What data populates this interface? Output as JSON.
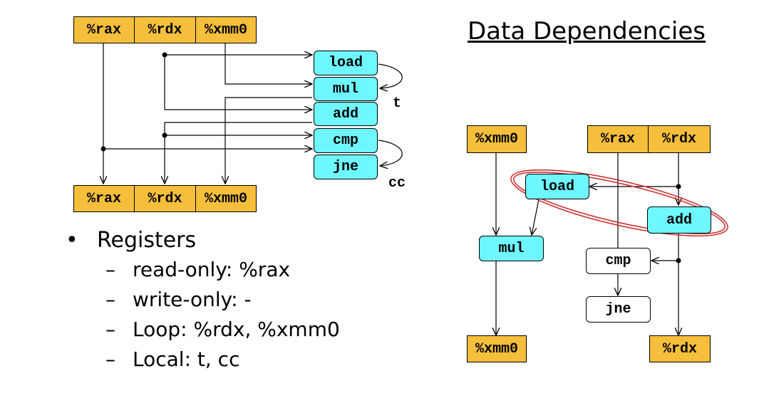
{
  "left_diagram": {
    "top_registers": [
      "%rax",
      "%rdx",
      "%xmm0"
    ],
    "ops": [
      "load",
      "mul",
      "add",
      "cmp",
      "jne"
    ],
    "bottom_registers": [
      "%rax",
      "%rdx",
      "%xmm0"
    ],
    "temp_labels": [
      "t",
      "cc"
    ]
  },
  "title": "Data Dependencies",
  "bullets": {
    "heading": "Registers",
    "items": [
      "read-only: %rax",
      "write-only: -",
      "Loop: %rdx, %xmm0",
      "Local: t, cc"
    ]
  },
  "right_diagram": {
    "xmm0_in": "%xmm0",
    "rax_in": "%rax",
    "rdx_in": "%rdx",
    "load": "load",
    "add": "add",
    "mul": "mul",
    "cmp": "cmp",
    "jne": "jne",
    "xmm0_out": "%xmm0",
    "rdx_out": "%rdx"
  },
  "colors": {
    "register_fill": "#f5bf3c",
    "op_fill": "#6ef7ff",
    "highlight_ring": "#cc3333"
  }
}
